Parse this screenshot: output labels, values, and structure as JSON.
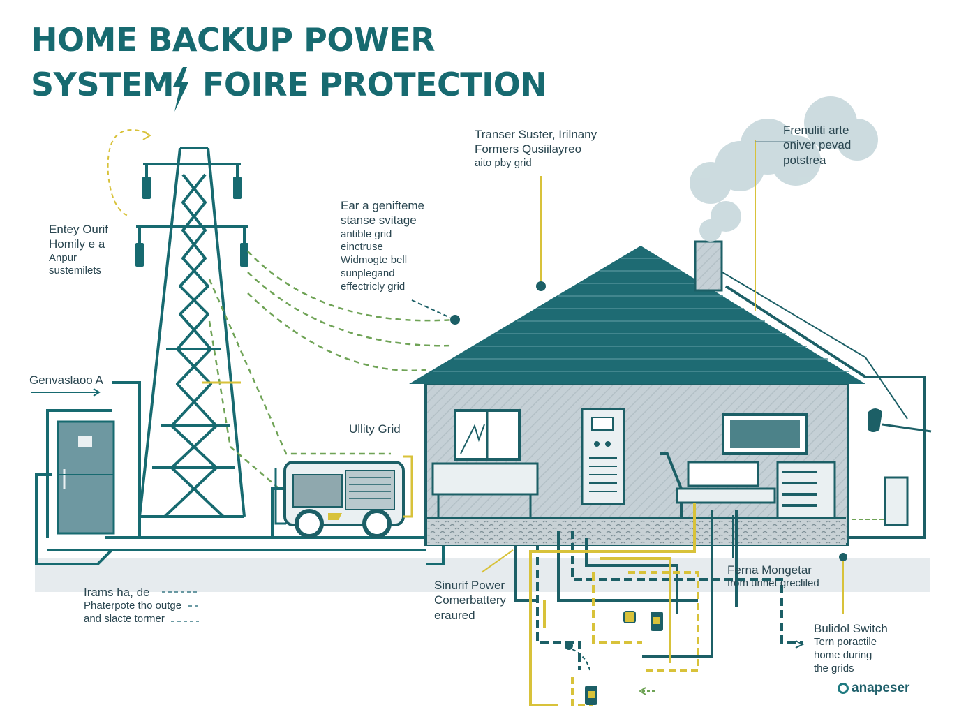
{
  "title": {
    "line1": "HOME BACKUP POWER",
    "line2_left": "SYSTEM",
    "line2_right": "FOIRE PROTECTION"
  },
  "labels": {
    "transfer_switch": [
      "Transer Suster, Irilnany",
      "Formers Qusiilayreo",
      "aito pby grid"
    ],
    "smoke_note": [
      "Frenuliti arte",
      "oniver pevad",
      "potstrea"
    ],
    "generator_note": [
      "Ear a genifteme",
      "stanse svitage",
      "antible grid",
      "einctruse",
      "Widmogte bell",
      "sunplegand",
      "effectricly grid"
    ],
    "entry": [
      "Entey Ourif",
      "Homily e a",
      "Anpur",
      "sustemilets"
    ],
    "generator_a": "Genvaslaoo A",
    "utility_grid": "Ullity Grid",
    "lamps": [
      "Irams ha, de",
      "Phaterpote tho outge",
      "and slacte tormer"
    ],
    "smart_power": [
      "Sinurif Power",
      "Comerbattery",
      "eraured"
    ],
    "monitor": [
      "Ferna Mongetar",
      "from urinet grecliled"
    ],
    "build_switch": [
      "Bulidol Switch",
      "Tern poractile",
      "home during",
      "the grids"
    ]
  },
  "brand": "anapeser",
  "colors": {
    "teal": "#176a70",
    "dark_teal": "#1c5f66",
    "yellow": "#d8c23a",
    "green_dash": "#6fa356",
    "house_fill": "#c9d4d9",
    "ground": "#e7ecef"
  },
  "icons": [
    "lightning-icon",
    "power-tower-icon",
    "house-icon",
    "generator-icon",
    "refrigerator-icon",
    "smoke-cloud-icon",
    "battery-icon",
    "brand-icon"
  ]
}
